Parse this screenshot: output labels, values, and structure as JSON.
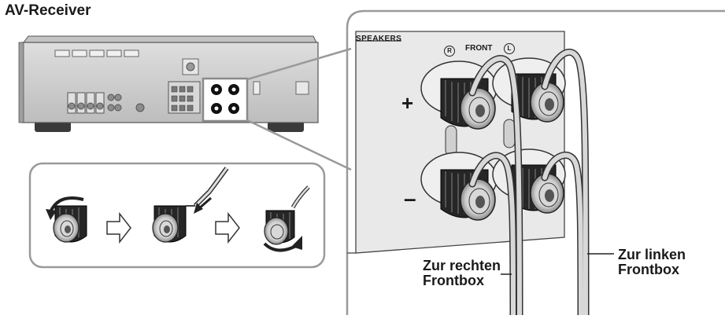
{
  "title": "AV-Receiver",
  "panel": {
    "speakers_label": "SPEAKERS",
    "front_label": "FRONT",
    "right_mark": "R",
    "left_mark": "L",
    "plus_sign": "+",
    "minus_sign": "–"
  },
  "callouts": {
    "right_line1": "Zur rechten",
    "right_line2": "Frontbox",
    "left_line1": "Zur linken",
    "left_line2": "Frontbox"
  },
  "colors": {
    "receiver_body": "#d2d2d2",
    "receiver_outline": "#555555",
    "callout_frame": "#9a9a9a",
    "terminal_dark": "#1e1e1e",
    "cable": "#cfcfcf",
    "text": "#1a1a1a"
  },
  "icons": [
    "arrow-right-outline-icon",
    "loosen-arrow-icon",
    "insert-wire-arrow-icon",
    "tighten-arrow-icon"
  ]
}
